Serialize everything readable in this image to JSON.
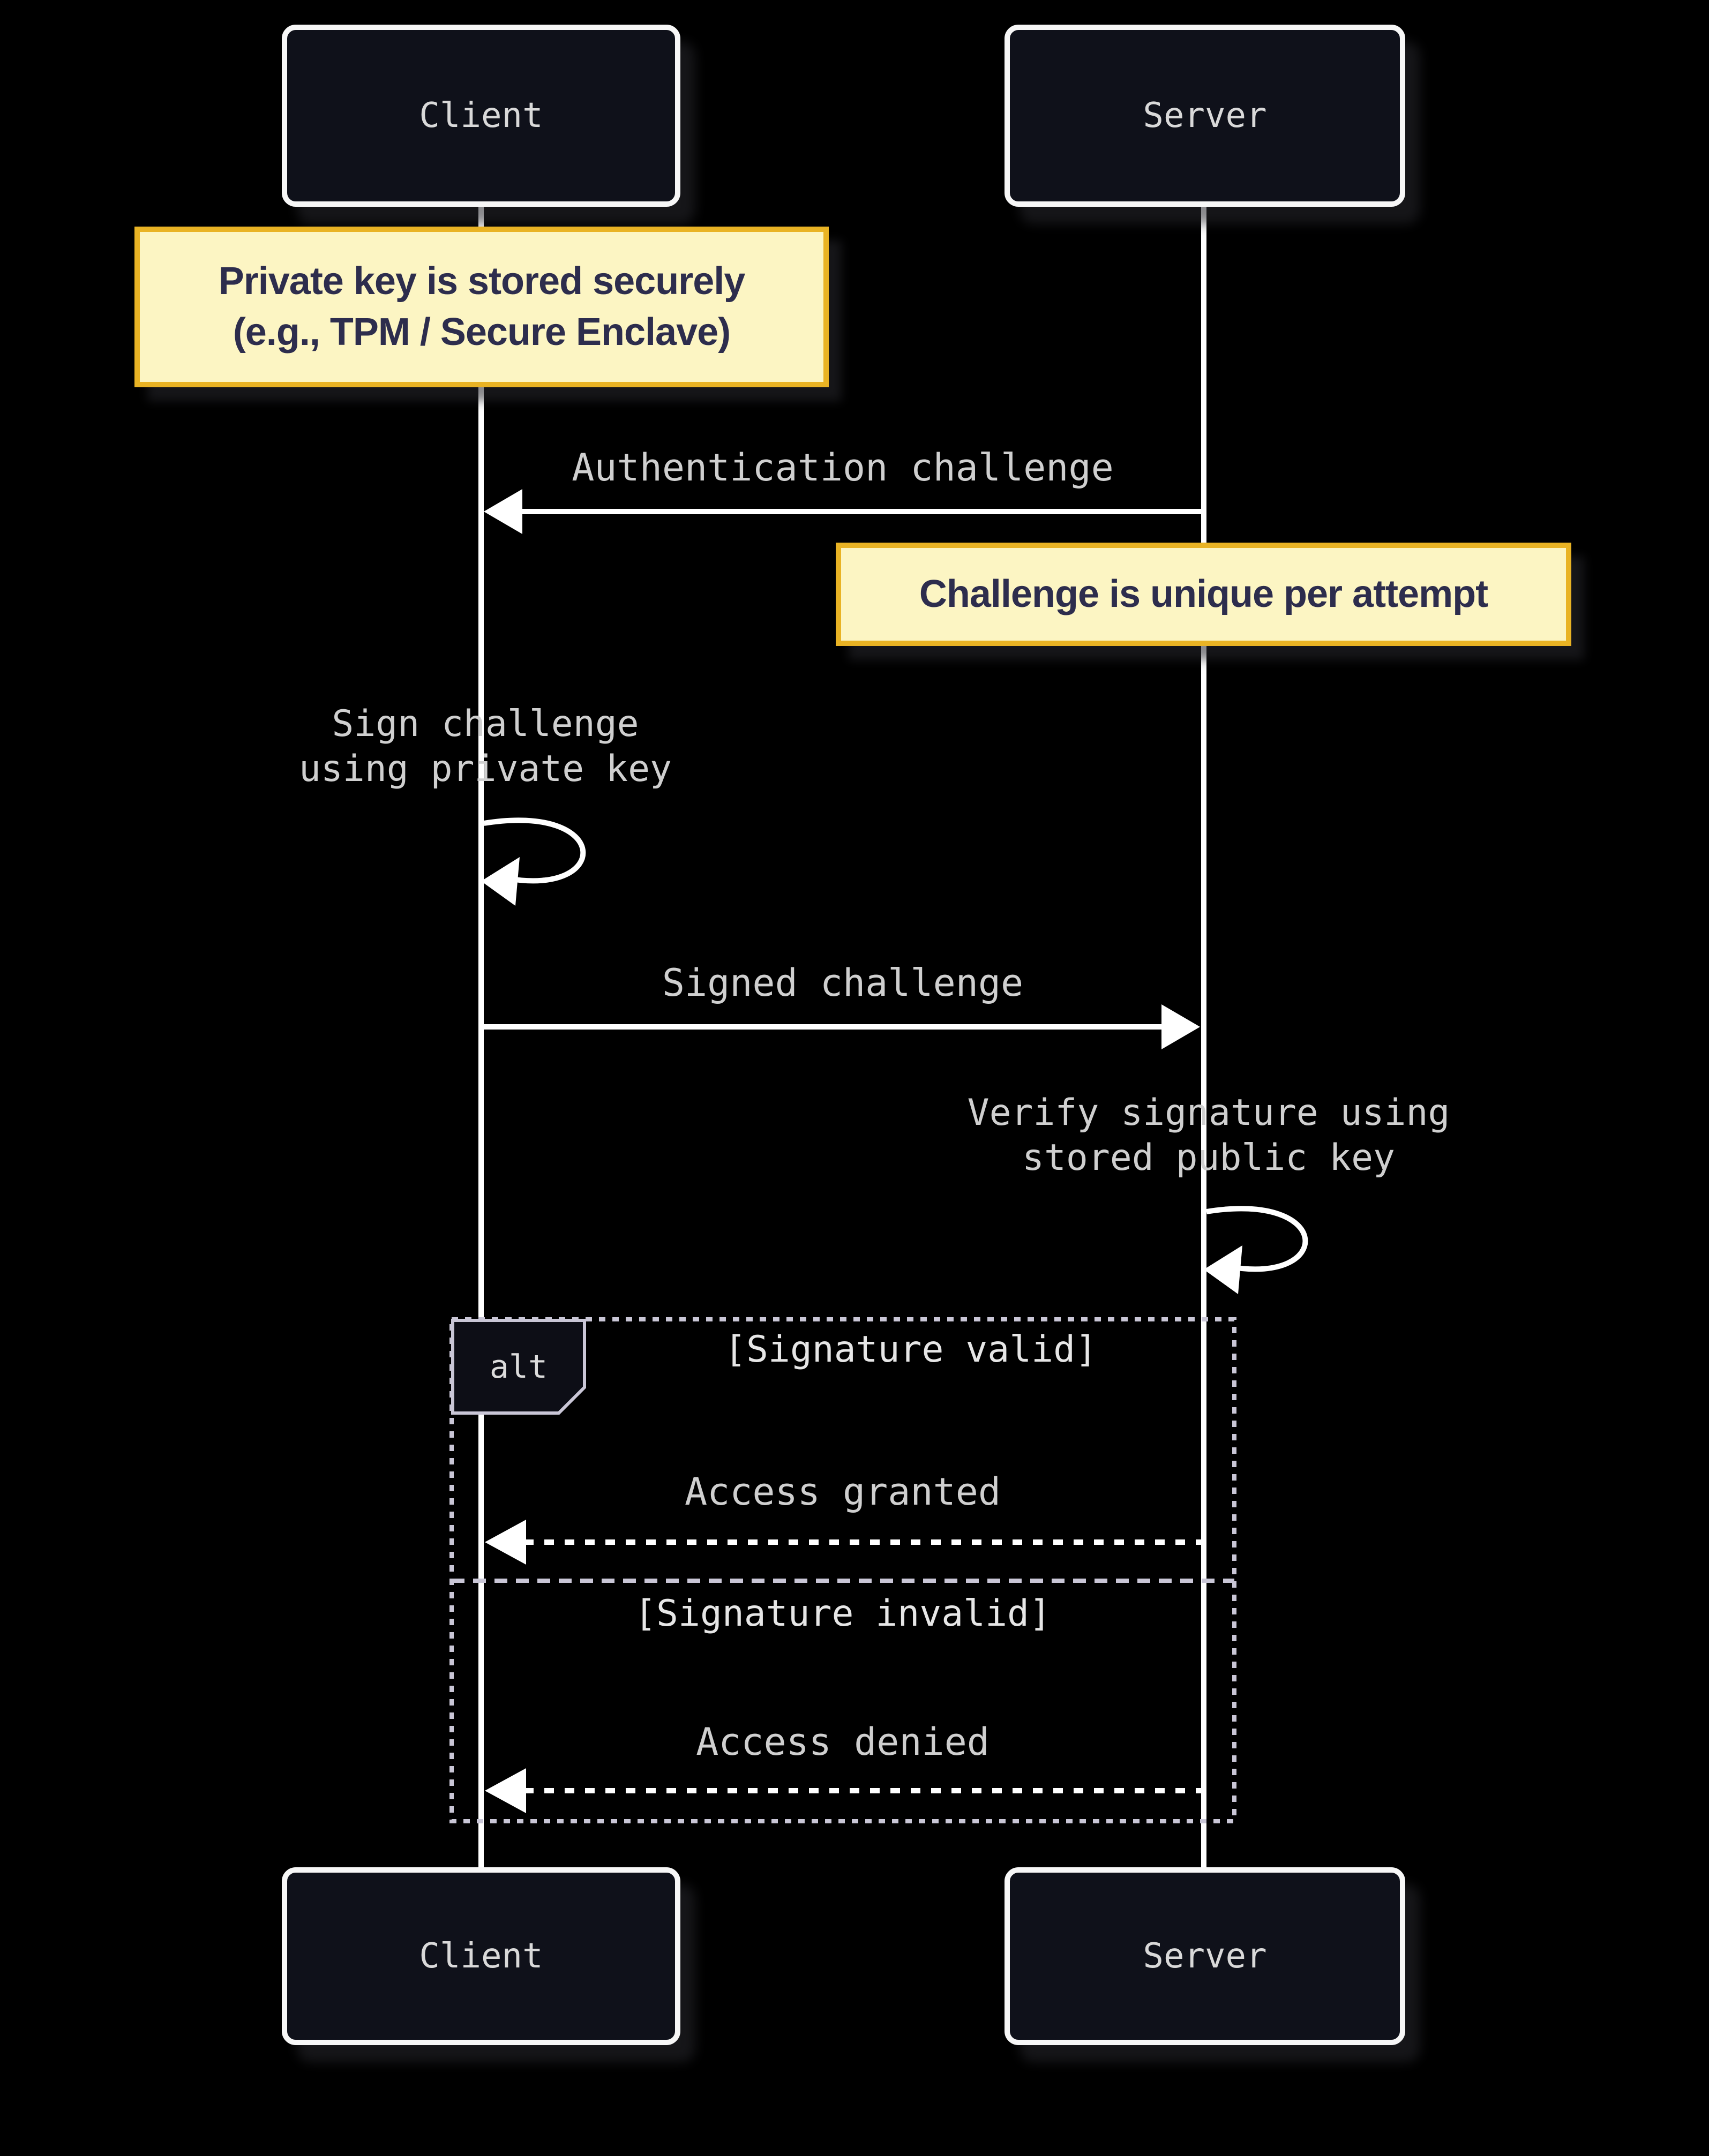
{
  "diagram": {
    "type": "sequence",
    "actors": {
      "client": {
        "label": "Client"
      },
      "server": {
        "label": "Server"
      }
    },
    "notes": {
      "private_key": {
        "text": "Private key is stored securely\n(e.g., TPM / Secure Enclave)",
        "over": "Client"
      },
      "challenge_unique": {
        "text": "Challenge is unique per attempt",
        "over": "Server"
      }
    },
    "messages": {
      "auth_challenge": {
        "from": "Server",
        "to": "Client",
        "text": "Authentication challenge",
        "line": "solid"
      },
      "sign_self": {
        "from": "Client",
        "to": "Client",
        "text": "Sign challenge\nusing private key",
        "line": "self-loop"
      },
      "signed_challenge": {
        "from": "Client",
        "to": "Server",
        "text": "Signed challenge",
        "line": "solid"
      },
      "verify_self": {
        "from": "Server",
        "to": "Server",
        "text": "Verify signature using\nstored public key",
        "line": "self-loop"
      },
      "access_granted": {
        "from": "Server",
        "to": "Client",
        "text": "Access granted",
        "line": "dashed"
      },
      "access_denied": {
        "from": "Server",
        "to": "Client",
        "text": "Access denied",
        "line": "dashed"
      }
    },
    "alt_block": {
      "label": "alt",
      "guard_valid": "[Signature valid]",
      "guard_invalid": "[Signature invalid]"
    },
    "colors": {
      "background": "#000000",
      "actor_fill": "#0f111a",
      "actor_border": "#f7f7f7",
      "actor_text": "#d9d9d9",
      "lifeline": "#ffffff",
      "arrow": "#ffffff",
      "message_text": "#cfcfcf",
      "note_fill": "#fcf5c3",
      "note_border": "#e9b324",
      "note_text": "#2d2d4d",
      "alt_frame": "#c9c6d6",
      "alt_label_fill": "#0d0e16",
      "alt_guard_text": "#e6e6e6"
    }
  }
}
